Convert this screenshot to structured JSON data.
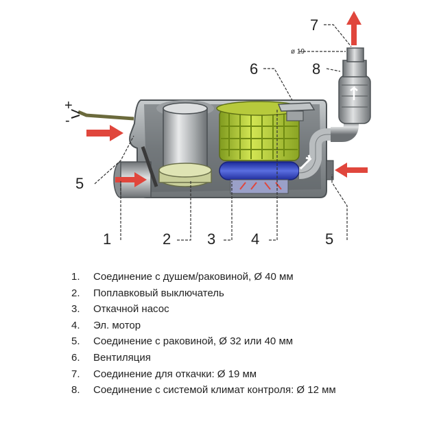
{
  "callouts": {
    "c1": "1",
    "c2": "2",
    "c3": "3",
    "c4": "4",
    "c5_left": "5",
    "c5_right": "5",
    "c6": "6",
    "c7": "7",
    "c8": "8"
  },
  "dimension_label": "ø 19",
  "terminals": {
    "plus": "+",
    "minus": "-"
  },
  "legend": [
    {
      "num": "1.",
      "text": "Соединение с душем/раковиной, Ø 40 мм"
    },
    {
      "num": "2.",
      "text": "Поплавковый выключатель"
    },
    {
      "num": "3.",
      "text": "Откачной насос"
    },
    {
      "num": "4.",
      "text": "Эл. мотор"
    },
    {
      "num": "5.",
      "text": "Соединение с раковиной, Ø 32 или 40 мм"
    },
    {
      "num": "6.",
      "text": "Вентиляция"
    },
    {
      "num": "7.",
      "text": "Соединение для откачки: Ø 19 мм"
    },
    {
      "num": "8.",
      "text": "Соединение с системой климат контроля: Ø 12 мм"
    }
  ],
  "colors": {
    "arrow": "#e0463c",
    "housing": "#8f9497",
    "motor": "#b9d23a",
    "pump": "#3a4fc8",
    "float": "#c9cf9a"
  }
}
